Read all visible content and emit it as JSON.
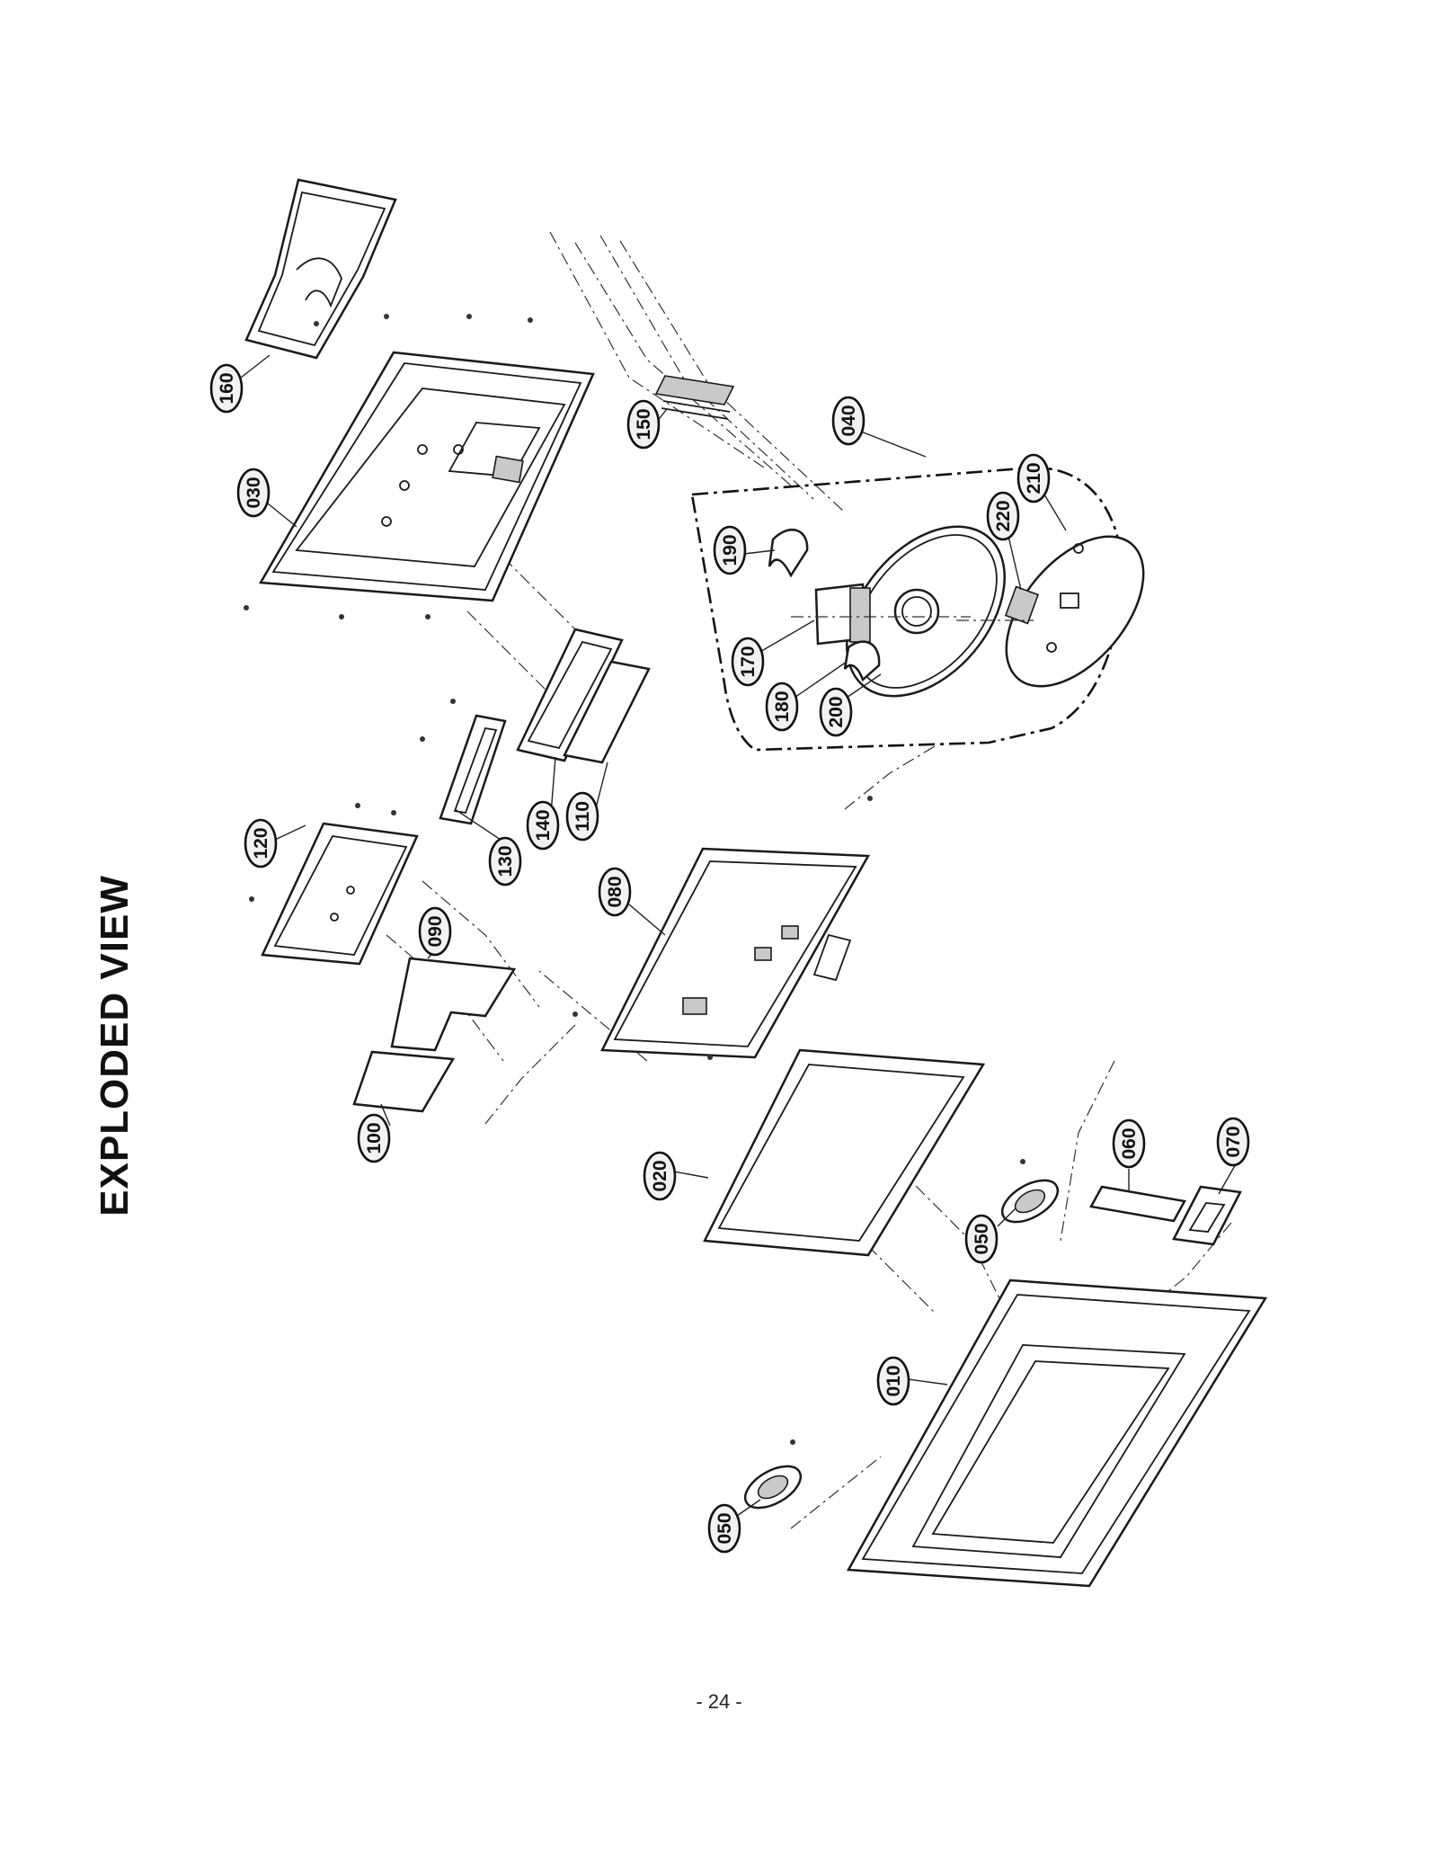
{
  "title": "EXPLODED VIEW",
  "page_number": "- 24 -",
  "callouts": [
    "160",
    "030",
    "150",
    "040",
    "190",
    "220",
    "210",
    "170",
    "180",
    "200",
    "120",
    "090",
    "130",
    "140",
    "110",
    "080",
    "100",
    "020",
    "060",
    "070",
    "050",
    "010",
    "050"
  ]
}
